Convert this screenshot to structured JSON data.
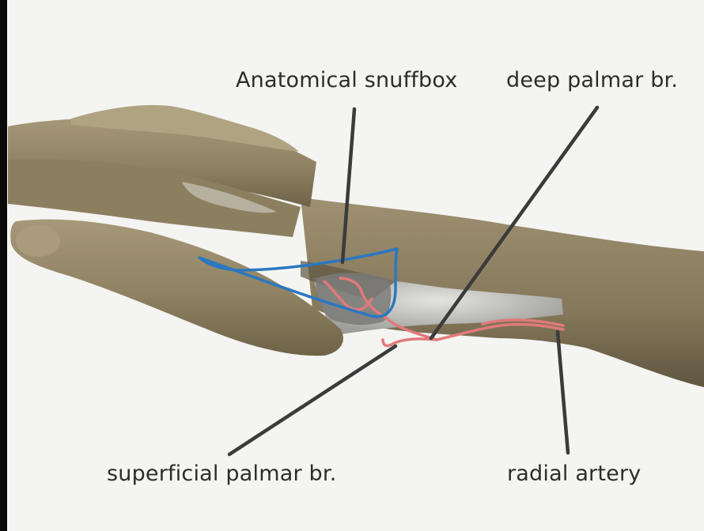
{
  "labels": {
    "anatomical_snuffbox": "Anatomical snuffbox",
    "deep_palmar_branch": "deep palmar br.",
    "superficial_palmar_branch": "superficial palmar br.",
    "radial_artery": "radial artery"
  },
  "colors": {
    "background": "#f4f4f2",
    "skin": "#9c8e6c",
    "skin_shadow": "#6f6448",
    "skin_highlight": "#c2b795",
    "bone": "#c9c9c6",
    "artery": "#e07a7a",
    "snuffbox_outline": "#2a78c0",
    "leader_line": "#3b3b3b"
  }
}
